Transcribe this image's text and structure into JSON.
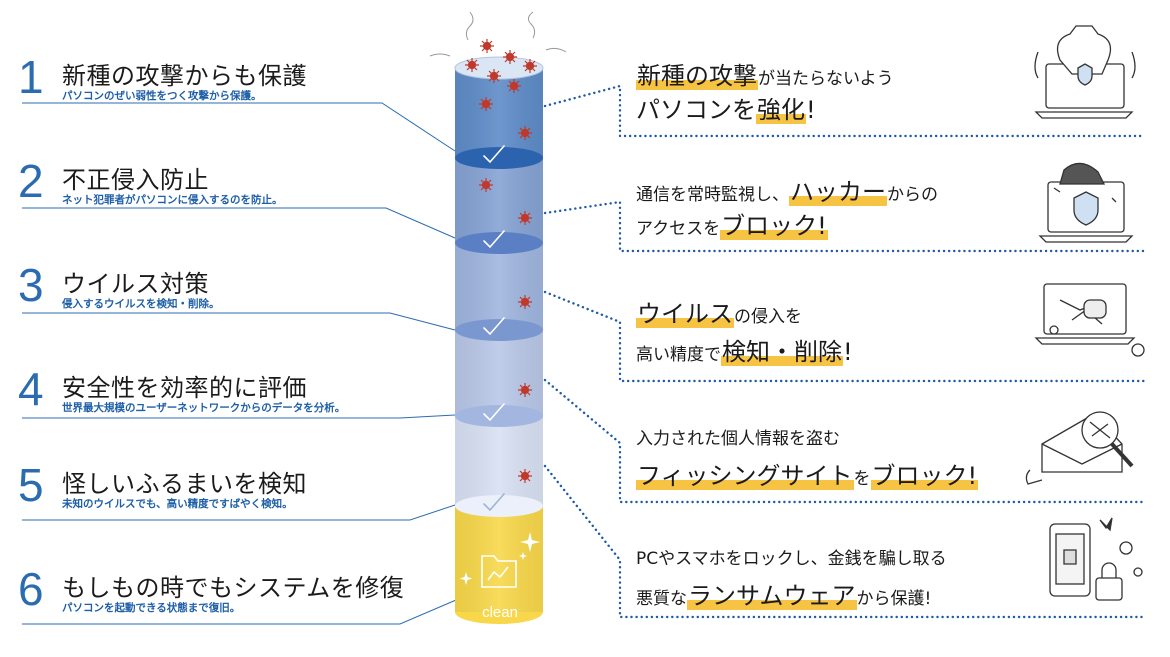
{
  "features": [
    {
      "num": "1",
      "title": "新種の攻撃からも保護",
      "sub": "パソコンのぜい弱性をつく攻撃から保護。"
    },
    {
      "num": "2",
      "title": "不正侵入防止",
      "sub": "ネット犯罪者がパソコンに侵入するのを防止。"
    },
    {
      "num": "3",
      "title": "ウイルス対策",
      "sub": "侵入するウイルスを検知・削除。"
    },
    {
      "num": "4",
      "title": "安全性を効率的に評価",
      "sub": "世界最大規模のユーザーネットワークからのデータを分析。"
    },
    {
      "num": "5",
      "title": "怪しいふるまいを検知",
      "sub": "未知のウイルスでも、高い精度ですばやく検知。"
    },
    {
      "num": "6",
      "title": "もしもの時でもシステムを修復",
      "sub": "パソコンを起動できる状態まで復旧。"
    }
  ],
  "callouts": [
    {
      "l1": [
        {
          "t": "新種の攻撃",
          "h": true,
          "s": "lg"
        },
        {
          "t": "が当たらないよう",
          "h": false,
          "s": "sm"
        }
      ],
      "l2": [
        {
          "t": "パソコンを",
          "h": false,
          "s": "lg"
        },
        {
          "t": "強化",
          "h": true,
          "s": "lg"
        },
        {
          "t": "!",
          "h": false,
          "s": "lg"
        }
      ]
    },
    {
      "l1": [
        {
          "t": "通信を常時監視し、",
          "h": false,
          "s": "sm"
        },
        {
          "t": "ハッカー",
          "h": true,
          "s": "lg"
        },
        {
          "t": "からの",
          "h": false,
          "s": "sm"
        }
      ],
      "l2": [
        {
          "t": "アクセスを",
          "h": false,
          "s": "sm"
        },
        {
          "t": "ブロック!",
          "h": true,
          "s": "lg"
        }
      ]
    },
    {
      "l1": [
        {
          "t": "ウイルス",
          "h": true,
          "s": "lg"
        },
        {
          "t": "の侵入を",
          "h": false,
          "s": "sm"
        }
      ],
      "l2": [
        {
          "t": "高い精度で",
          "h": false,
          "s": "sm"
        },
        {
          "t": "検知・削除",
          "h": true,
          "s": "lg"
        },
        {
          "t": "!",
          "h": false,
          "s": "lg"
        }
      ]
    },
    {
      "l1": [
        {
          "t": "入力された個人情報を盗む",
          "h": false,
          "s": "sm"
        }
      ],
      "l2": [
        {
          "t": "フィッシングサイト",
          "h": true,
          "s": "lg"
        },
        {
          "t": "を",
          "h": false,
          "s": "sm"
        },
        {
          "t": "ブロック!",
          "h": true,
          "s": "lg"
        }
      ]
    },
    {
      "l1": [
        {
          "t": "PCやスマホをロックし、金銭を騙し取る",
          "h": false,
          "s": "sm"
        }
      ],
      "l2": [
        {
          "t": "悪質な",
          "h": false,
          "s": "sm"
        },
        {
          "t": "ランサムウェア",
          "h": true,
          "s": "lg"
        },
        {
          "t": "から保護!",
          "h": false,
          "s": "sm"
        }
      ]
    }
  ],
  "cylinder": {
    "clean_label": "clean"
  },
  "colors": {
    "blue": "#2b6cb0",
    "highlight": "#f6c343",
    "cyl_top": "#5b8ac6",
    "cyl_bottom": "#f7d94c",
    "dots": "#1f5aa6"
  },
  "illustrations": [
    "hacker-at-laptop-icon",
    "shield-icon",
    "virus-icon",
    "envelope-magnifier-icon",
    "locked-phone-icon"
  ]
}
